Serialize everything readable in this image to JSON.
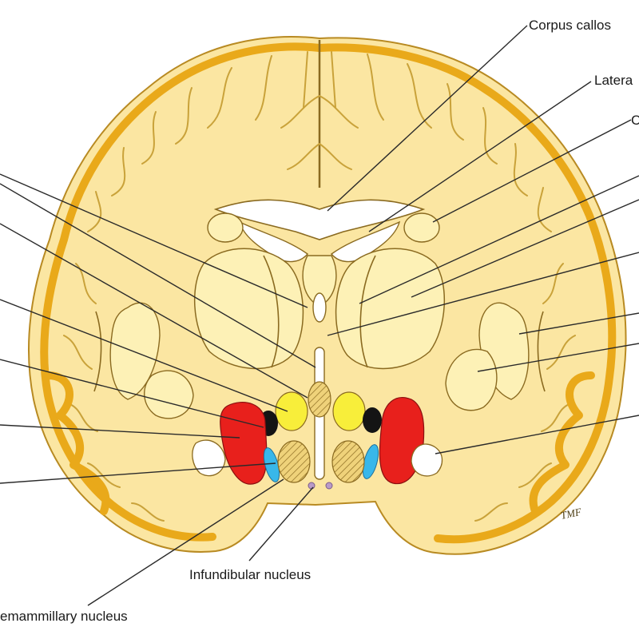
{
  "labels": {
    "corpus_callosum": "Corpus callos",
    "lateral_ventricle": "Latera",
    "caudate": "C",
    "infundibular_nucleus": "Infundibular nucleus",
    "premammillary_nucleus": "emammillary nucleus"
  },
  "signature": "TMF",
  "colors": {
    "background": "#ffffff",
    "brain_tissue": "#fbe6a2",
    "cortex": "#f0b42c",
    "inner_structures": "#fdf1b6",
    "ventricle": "#ffffff",
    "nucleus_red": "#e8201c",
    "nucleus_black": "#141414",
    "nucleus_yellow": "#f8ee3a",
    "nucleus_blue": "#38b7ea",
    "hatched_nucleus": "#e6c25a",
    "infundibular_dots": "#b99ac8",
    "leader_lines": "#2a2a2a"
  }
}
